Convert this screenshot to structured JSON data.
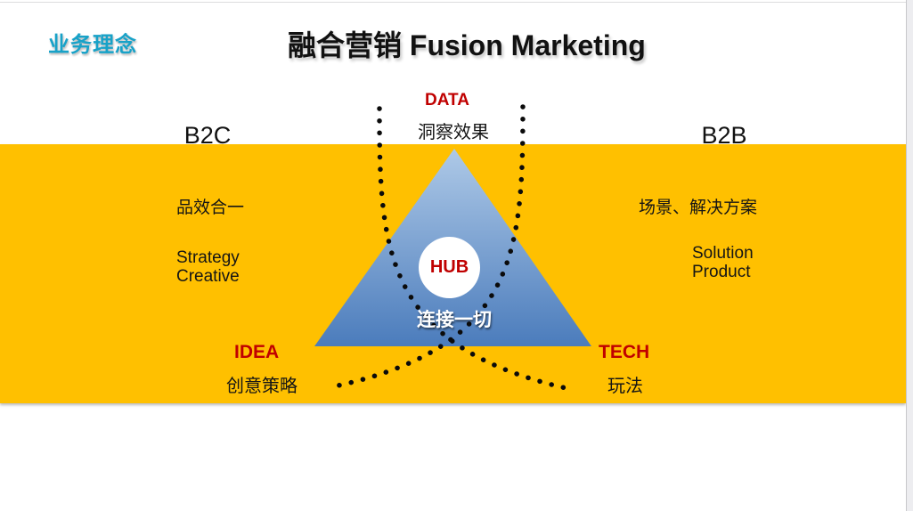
{
  "slide": {
    "badge": "业务理念",
    "title": "融合营销 Fusion Marketing",
    "nodes": {
      "data": {
        "label": "DATA",
        "sub": "洞察效果"
      },
      "idea": {
        "label": "IDEA",
        "sub": "创意策略"
      },
      "tech": {
        "label": "TECH",
        "sub": "玩法"
      },
      "hub": {
        "label": "HUB",
        "sub": "连接一切"
      }
    },
    "sides": {
      "b2c": {
        "label": "B2C",
        "line1": "品效合一",
        "line2": "Strategy",
        "line3": "Creative"
      },
      "b2b": {
        "label": "B2B",
        "line1": "场景、解决方案",
        "line2": "Solution",
        "line3": "Product"
      }
    },
    "colors": {
      "accent_yellow": "#FFC000",
      "accent_red": "#C00000",
      "badge_cyan": "#18A2C8",
      "triangle_top": "#AEC9E7",
      "triangle_bottom": "#4B7CBC",
      "dot_black": "#0B0B0B"
    }
  }
}
